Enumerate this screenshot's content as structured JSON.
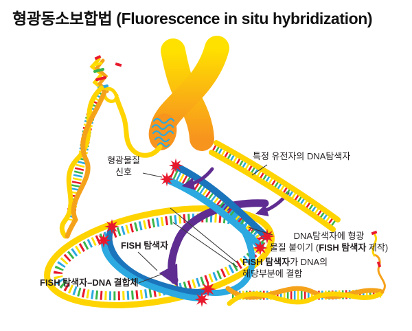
{
  "title": "형광동소보합법 (Fluorescence in situ hybridization)",
  "labels": {
    "fluor_signal_line1": "형광물질",
    "fluor_signal_line2": "신호",
    "gene_probe": "특정 유전자의 DNA탐색자",
    "attach_line1": "DNA탐색자에 형광",
    "attach_line2_pre": "물질 붙이기 (",
    "attach_line2_bold": "FISH 탐색자",
    "attach_line2_post": " 제작)",
    "bind_line1_bold": "FISH 탐색자",
    "bind_line1_rest": "가 DNA의",
    "bind_line2": "해당부분에 결합",
    "fish_probe": "FISH 탐색자",
    "complex": "FISH 탐색자–DNA 결합체"
  },
  "icons": {
    "fluorescent_marker": "star-burst-icon",
    "process_arrow": "curved-purple-arrow"
  },
  "colors": {
    "yellow": "#FFD400",
    "gold": "#F5A21B",
    "orange": "#F7941E",
    "chromTop": "#FFE100",
    "blueDark": "#1B75BC",
    "cyan": "#2BA9E0",
    "purple": "#5F2D91",
    "red": "#E8192C",
    "green": "#3AB54A",
    "rungYellow": "#FFE000",
    "ink": "#231F20"
  }
}
